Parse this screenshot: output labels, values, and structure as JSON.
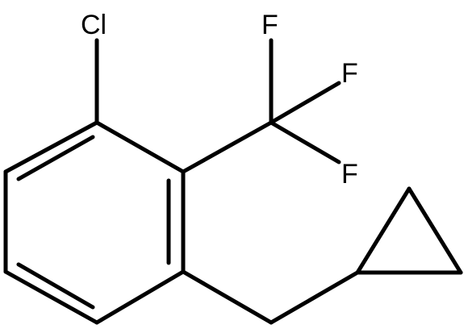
{
  "molecule": {
    "atoms": {
      "chlorine": "Cl",
      "fluorine_1": "F",
      "fluorine_2": "F",
      "fluorine_3": "F"
    }
  }
}
